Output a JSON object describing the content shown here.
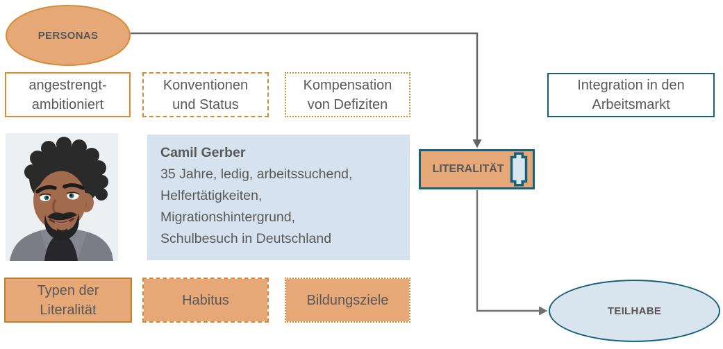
{
  "colors": {
    "orange_fill": "#E7A877",
    "orange_border": "#D48B33",
    "orange_border_dark": "#C37E2C",
    "teal_border": "#16607B",
    "card_blue": "#D6E3EE",
    "ellipse_blue": "#D9E5EE",
    "text_gray": "#595959",
    "connector_gray": "#616365"
  },
  "diagram": {
    "personas": {
      "label": "PERSONAS"
    },
    "trait_boxes": [
      {
        "label": "angestrengt-\nambitioniert",
        "border_style": "solid"
      },
      {
        "label": "Konventionen\nund Status",
        "border_style": "dashed"
      },
      {
        "label": "Kompensation\nvon Defiziten",
        "border_style": "dotted"
      }
    ],
    "integration_box": {
      "label": "Integration in den\nArbeitsmarkt"
    },
    "persona_card": {
      "name": "Camil Gerber",
      "details": "35 Jahre, ledig, arbeitssuchend,\nHelfertätigkeiten,\nMigrationshintergrund,\nSchulbesuch in Deutschland"
    },
    "avatar": {
      "icon": "male-persona-avatar"
    },
    "literality_box": {
      "label": "LITERALITÄT",
      "icon": "book-spine-icon"
    },
    "dimension_boxes": [
      {
        "label": "Typen der\nLiteralität",
        "border_style": "solid"
      },
      {
        "label": "Habitus",
        "border_style": "dashed"
      },
      {
        "label": "Bildungsziele",
        "border_style": "dotted"
      }
    ],
    "teilhabe": {
      "label": "TEILHABE"
    }
  }
}
